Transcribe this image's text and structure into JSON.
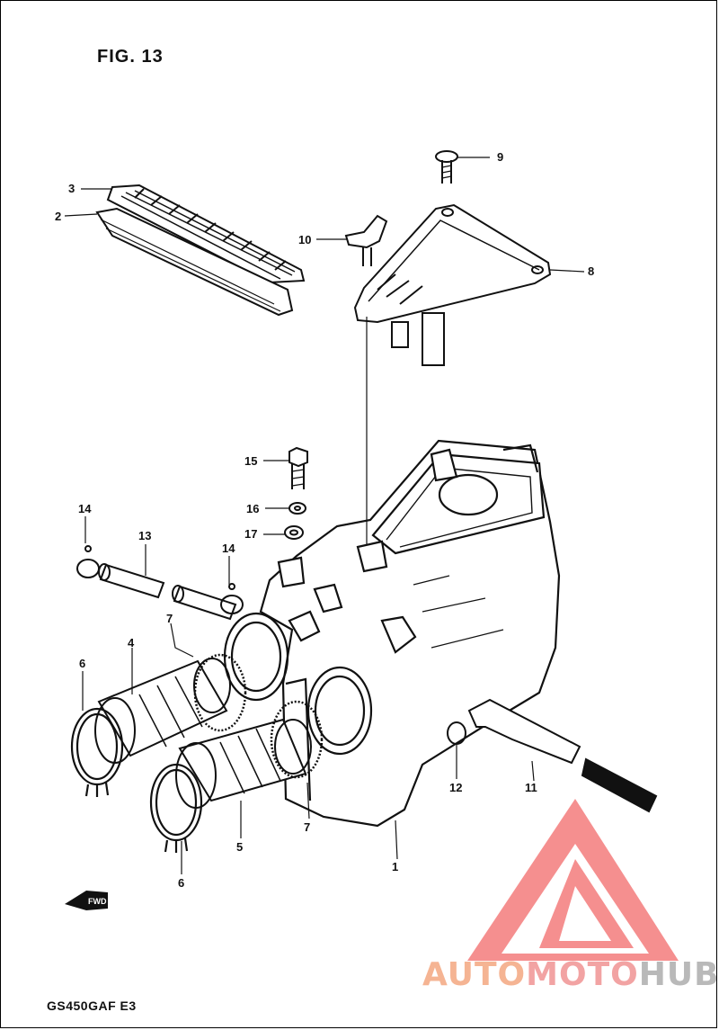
{
  "figure": {
    "title": "FIG. 13",
    "model": "GS450GAF E3",
    "fwd_label": "FWD"
  },
  "callouts": [
    {
      "id": "c1",
      "label": "1"
    },
    {
      "id": "c2",
      "label": "2"
    },
    {
      "id": "c3",
      "label": "3"
    },
    {
      "id": "c4",
      "label": "4"
    },
    {
      "id": "c5",
      "label": "5"
    },
    {
      "id": "c6a",
      "label": "6"
    },
    {
      "id": "c6b",
      "label": "6"
    },
    {
      "id": "c7a",
      "label": "7"
    },
    {
      "id": "c7b",
      "label": "7"
    },
    {
      "id": "c8",
      "label": "8"
    },
    {
      "id": "c9",
      "label": "9"
    },
    {
      "id": "c10",
      "label": "10"
    },
    {
      "id": "c11",
      "label": "11"
    },
    {
      "id": "c12",
      "label": "12"
    },
    {
      "id": "c13",
      "label": "13"
    },
    {
      "id": "c14a",
      "label": "14"
    },
    {
      "id": "c14b",
      "label": "14"
    },
    {
      "id": "c15",
      "label": "15"
    },
    {
      "id": "c16",
      "label": "16"
    },
    {
      "id": "c17",
      "label": "17"
    }
  ],
  "watermark": {
    "part1": "AUTO",
    "part2": "MOTO",
    "part3": "HUB"
  },
  "colors": {
    "ink": "#111111",
    "logo_red": "#f47c7c",
    "logo_orange": "#f5b493",
    "logo_grey": "#b9b9b9"
  }
}
